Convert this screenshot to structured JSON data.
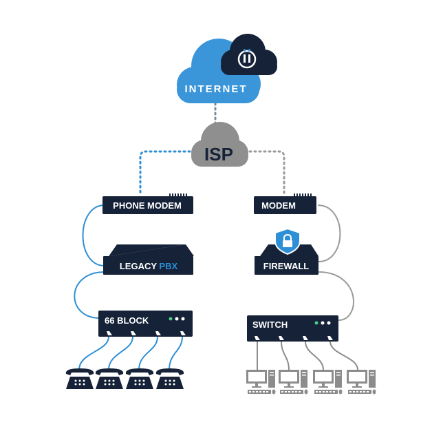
{
  "internet": {
    "label": "INTERNET"
  },
  "isp": {
    "label": "ISP"
  },
  "left_chain": {
    "phone_modem": "PHONE MODEM",
    "pbx_prefix": "LEGACY ",
    "pbx_highlight": "PBX",
    "block": "66 BLOCK",
    "phone_count": 4
  },
  "right_chain": {
    "modem": "MODEM",
    "firewall": "FIREWALL",
    "switch": "SWITCH",
    "computer_count": 4
  },
  "colors": {
    "navy": "#152238",
    "blue": "#2d8fd5",
    "cloud_blue": "#3a95d9",
    "gray": "#9a9a9a",
    "computer_gray": "#8c8c8c",
    "green_led": "#4ad08a"
  },
  "icons": [
    "logo-icon",
    "lock-icon",
    "telephone-icon",
    "computer-icon"
  ]
}
